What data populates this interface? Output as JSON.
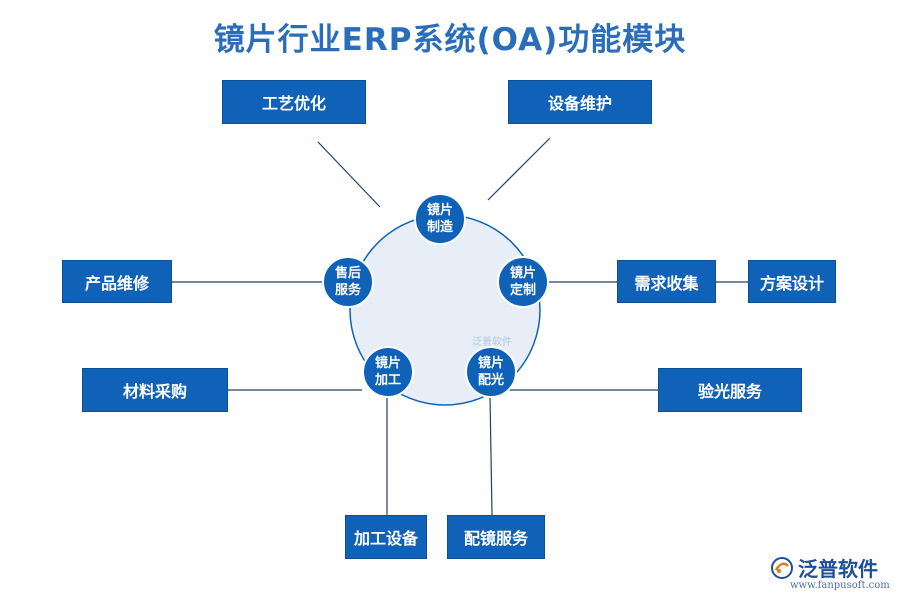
{
  "title": "镜片行业ERP系统(OA)功能模块",
  "center_nodes": {
    "n1": "镜片制造",
    "n2": "镜片定制",
    "n3": "镜片配光",
    "n4": "镜片加工",
    "n5": "售后服务"
  },
  "boxes": {
    "process": "工艺优化",
    "equipment": "设备维护",
    "demand": "需求收集",
    "plan": "方案设计",
    "optical": "验光服务",
    "mirror": "配镜服务",
    "machining": "加工设备",
    "material": "材料采购",
    "repair": "产品维修"
  },
  "watermark_center": "泛普软件",
  "brand": {
    "name": "泛普软件",
    "url": "www.fanpusoft.com"
  },
  "colors": {
    "title": "#2a6ebb",
    "box": "#0f62b8",
    "circle_fill": "#e8eef8",
    "line": "#1f3f66"
  }
}
